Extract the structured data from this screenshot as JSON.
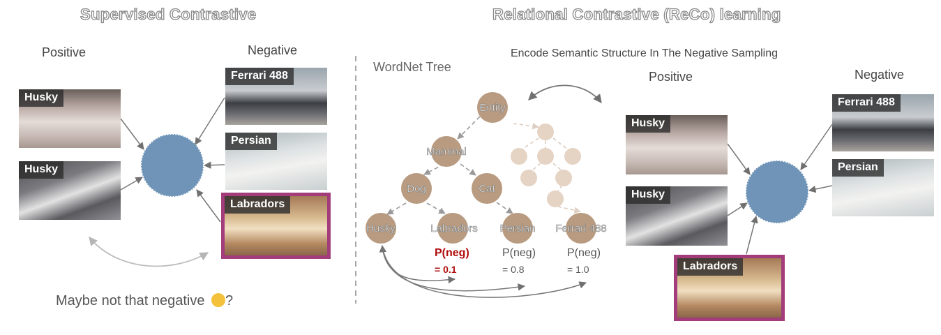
{
  "left": {
    "title": "Supervised Contrastive",
    "positive_label": "Positive",
    "negative_label": "Negative",
    "caption": "Maybe not that negative",
    "caption_suffix": "?",
    "caption_icon": "thinking-face-icon",
    "positive_images": [
      "Husky",
      "Husky"
    ],
    "negative_images": [
      "Ferrari 488",
      "Persian",
      "Labradors"
    ]
  },
  "right": {
    "title": "Relational Contrastive (ReCo) learning",
    "tree_label": "WordNet Tree",
    "subtitle": "Encode  Semantic Structure In The Negative Sampling",
    "positive_label": "Positive",
    "negative_label": "Negative",
    "positive_images": [
      "Husky",
      "Husky",
      "Labradors"
    ],
    "negative_images": [
      "Ferrari 488",
      "Persian"
    ],
    "tree": {
      "root": "Entity",
      "level1": "Mammal",
      "level2": [
        "Dog",
        "Cat"
      ],
      "leaves": [
        "Husky",
        "Labradors",
        "Persian",
        "Ferrari 488"
      ]
    },
    "probabilities": [
      {
        "line1": "P(neg)",
        "line2": "= 0.1"
      },
      {
        "line1": "P(neg)",
        "line2": "= 0.8"
      },
      {
        "line1": "P(neg)",
        "line2": "= 1.0"
      }
    ]
  },
  "colors": {
    "anchor": "#6f94b8",
    "node": "#b89b80",
    "node_faint": "#e5d3c4",
    "highlight_border": "#a23c7a",
    "low_probability": "#b10c0c"
  }
}
